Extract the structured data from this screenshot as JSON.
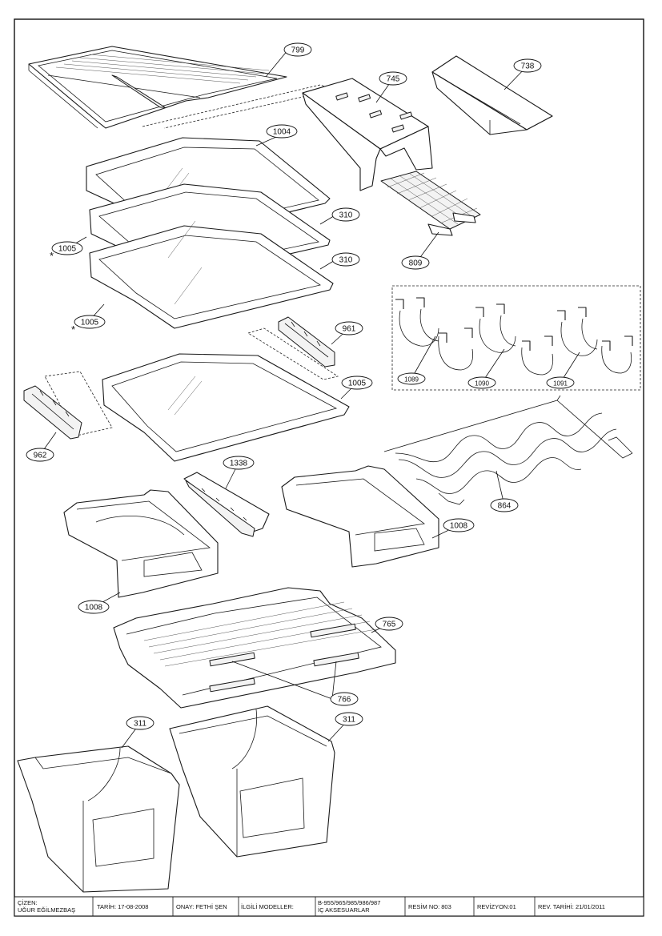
{
  "callouts": {
    "c799": "799",
    "c738": "738",
    "c745": "745",
    "c1004": "1004",
    "c310a": "310",
    "c310b": "310",
    "c1005a": "1005",
    "c1005b": "1005",
    "c809": "809",
    "c961": "961",
    "c1005c": "1005",
    "c962": "962",
    "c1089": "1089",
    "c1090": "1090",
    "c1091": "1091",
    "c864": "864",
    "c1338": "1338",
    "c1008a": "1008",
    "c1008b": "1008",
    "c765": "765",
    "c766": "766",
    "c311a": "311",
    "c311b": "311"
  },
  "marks": {
    "star1": "*",
    "star2": "*"
  },
  "title_block": {
    "drawn_by_label": "ÇİZEN:",
    "drawn_by_name": "UĞUR EĞİLMEZBAŞ",
    "date": "TARİH: 17-08-2008",
    "approval": "ONAY: FETHİ ŞEN",
    "models_label": "İLGİLİ MODELLER:",
    "models_value": "B-955/965/985/986/987",
    "drawing_title": "İÇ AKSESUARLAR",
    "drawing_no": "RESİM NO: 803",
    "revision": "REVİZYON:01",
    "revision_date": "REV. TARİHİ: 21/01/2011"
  }
}
